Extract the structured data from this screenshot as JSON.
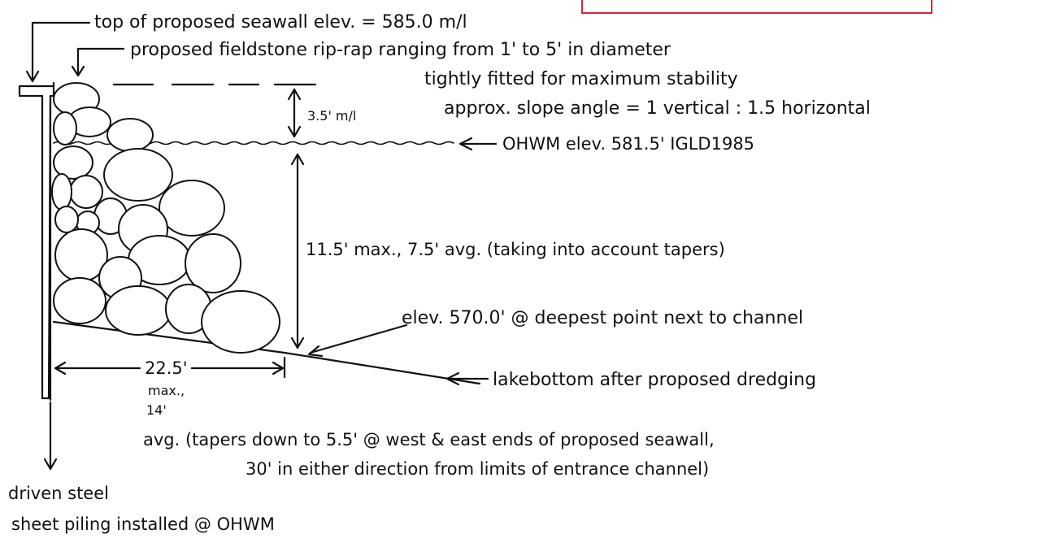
{
  "overlay_box": {
    "border_color": "#d9283a"
  },
  "labels": {
    "top_seawall": "top of proposed seawall elev. = 585.0 m/l",
    "riprap_line1": "proposed fieldstone rip-rap ranging from 1' to 5' in diameter",
    "riprap_line2": "tightly fitted for maximum stability",
    "slope": "approx. slope angle = 1 vertical : 1.5 horizontal",
    "ohwm": "OHWM elev. 581.5' IGLD1985",
    "dim_upper": "3.5' m/l",
    "dim_height": "11.5' max., 7.5' avg. (taking into account tapers)",
    "deepest": "elev. 570.0' @ deepest point next to channel",
    "lakebottom": "lakebottom after proposed dredging",
    "width_max": "22.5'",
    "width_max_word": "max.,",
    "width_avg": "14'",
    "avg_line1": "avg. (tapers down to 5.5' @ west & east ends of proposed seawall,",
    "avg_line2": "30' in either direction from limits of entrance channel)",
    "piling_line1": "driven steel",
    "piling_line2": "sheet piling installed @ OHWM"
  }
}
